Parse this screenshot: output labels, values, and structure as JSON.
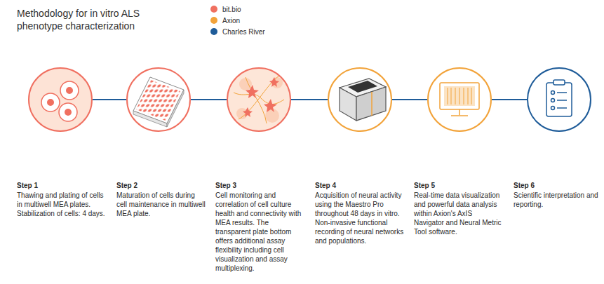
{
  "diagram": {
    "title": "Methodology for in vitro ALS phenotype characterization",
    "nodes": [
      {
        "text": [
          "Step 1",
          "Thawing and plating of cells in multiwell MEA plates. Stabilization of cells: 4 days."
        ]
      },
      {
        "text": [
          "Step 2",
          "Maturation of cells during cell maintenance in multiwell MEA plate."
        ]
      },
      {
        "text": [
          "Step 3",
          "Cell monitoring and correlation of cell culture health and connectivity with MEA results. The transparent plate bottom offers additional assay flexibility including cell visualization and assay multiplexing."
        ]
      },
      {
        "text": [
          "Step 4",
          "Acquisition of neural activity using the Maestro Pro throughout 48 days in vitro. Non-invasive functional recording of neural networks and populations."
        ]
      },
      {
        "text": [
          "Step 5",
          "Real-time data visualization and powerful data analysis within Axion's AxIS Navigator and Neural Metric Tool software."
        ]
      },
      {
        "text": [
          "Step 6",
          "Scientific interpretation and reporting."
        ]
      }
    ],
    "edges": [
      {
        "from": 0,
        "to": 1,
        "arrow": "none"
      },
      {
        "from": 1,
        "to": 2,
        "arrow": "none"
      },
      {
        "from": 2,
        "to": 3,
        "arrow": "none"
      },
      {
        "from": 3,
        "to": 4,
        "arrow": "none"
      },
      {
        "from": 4,
        "to": 5,
        "arrow": "none"
      }
    ],
    "legend": [
      {
        "text": "bit.bio",
        "color": "#f07060"
      },
      {
        "text": "Axion",
        "color": "#f2a33a"
      },
      {
        "text": "Charles River",
        "color": "#1f5c99"
      }
    ]
  }
}
